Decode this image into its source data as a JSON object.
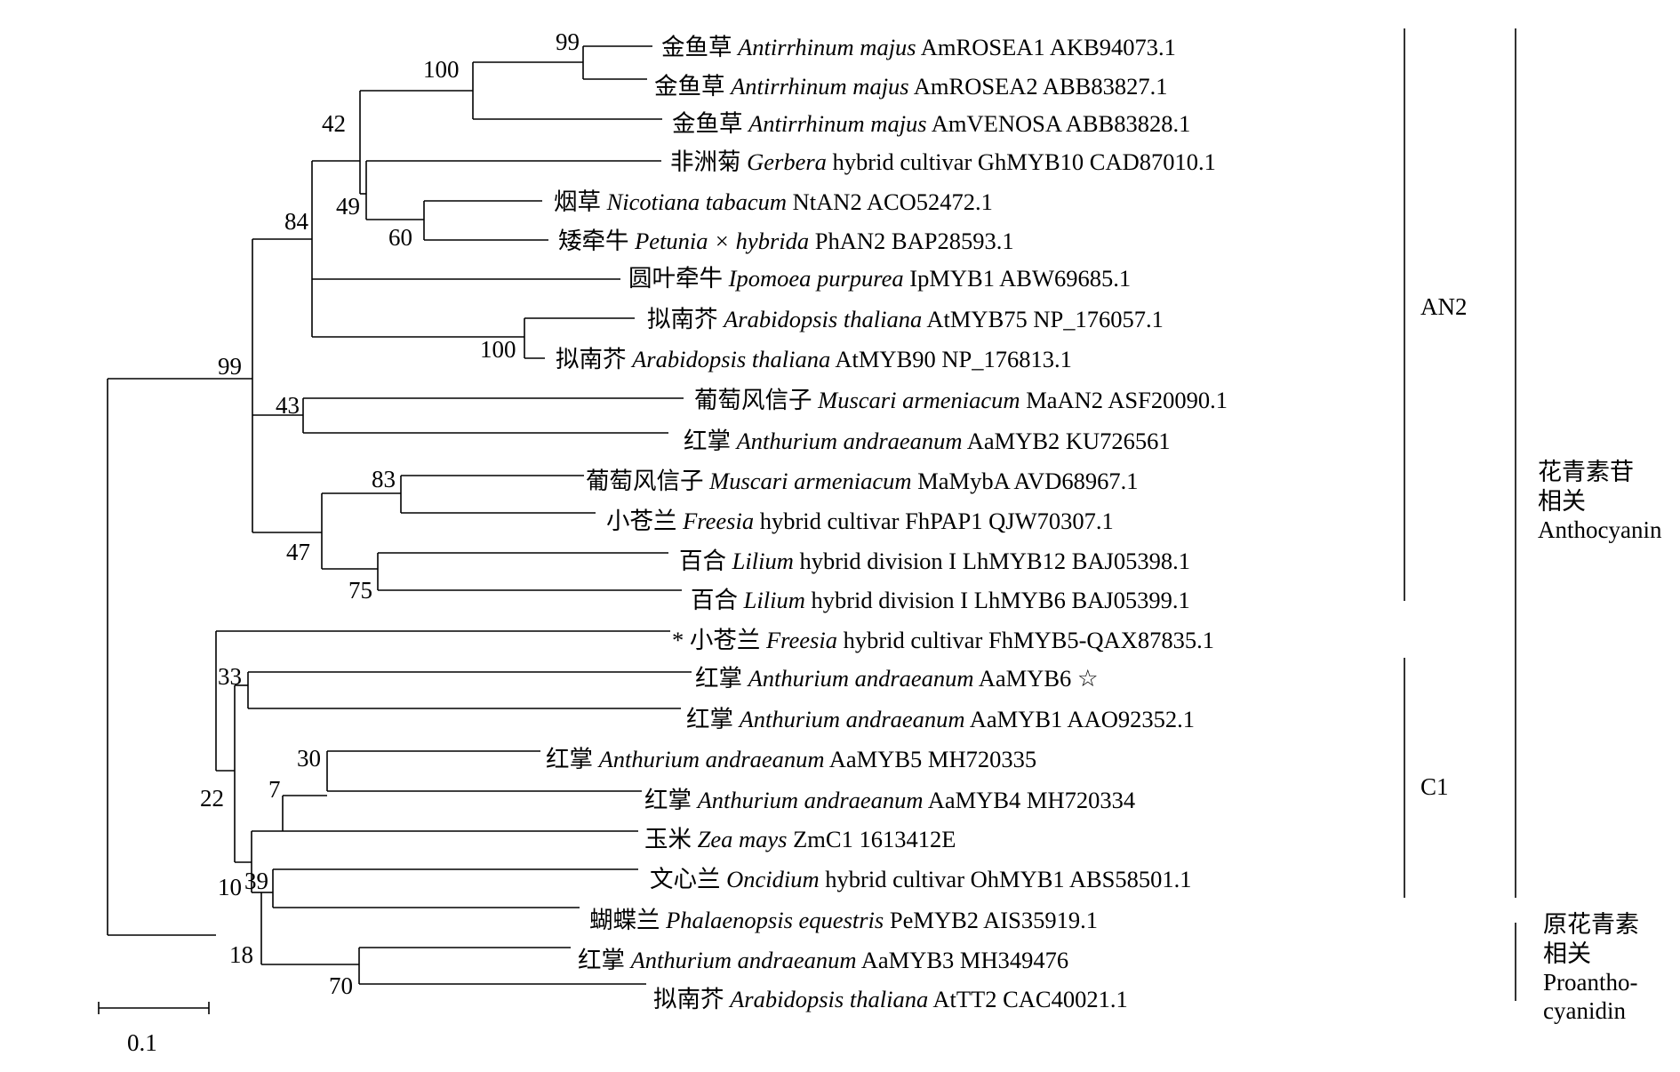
{
  "taxa": [
    {
      "id": "t1",
      "cn": "金鱼草",
      "sp": "Antirrhinum majus",
      "rest": "AmROSEA1  AKB94073.1"
    },
    {
      "id": "t2",
      "cn": "金鱼草",
      "sp": "Antirrhinum majus",
      "rest": "AmROSEA2  ABB83827.1"
    },
    {
      "id": "t3",
      "cn": "金鱼草",
      "sp": "Antirrhinum majus",
      "rest": "AmVENOSA  ABB83828.1"
    },
    {
      "id": "t4",
      "cn": "非洲菊",
      "sp": "Gerbera",
      "rest": "hybrid cultivar GhMYB10  CAD87010.1"
    },
    {
      "id": "t5",
      "cn": "烟草",
      "sp": "Nicotiana tabacum",
      "rest": "NtAN2  ACO52472.1"
    },
    {
      "id": "t6",
      "cn": "矮牵牛",
      "sp": "Petunia × hybrida",
      "rest": "PhAN2  BAP28593.1"
    },
    {
      "id": "t7",
      "cn": "圆叶牵牛",
      "sp": "Ipomoea purpurea",
      "rest": "IpMYB1  ABW69685.1"
    },
    {
      "id": "t8",
      "cn": "拟南芥",
      "sp": "Arabidopsis thaliana",
      "rest": "AtMYB75  NP_176057.1"
    },
    {
      "id": "t9",
      "cn": "拟南芥",
      "sp": "Arabidopsis thaliana",
      "rest": "AtMYB90 NP_176813.1"
    },
    {
      "id": "t10",
      "cn": "葡萄风信子",
      "sp": "Muscari armeniacum",
      "rest": "MaAN2  ASF20090.1"
    },
    {
      "id": "t11",
      "cn": "红掌",
      "sp": "Anthurium andraeanum",
      "rest": "AaMYB2   KU726561"
    },
    {
      "id": "t12",
      "cn": "葡萄风信子",
      "sp": "Muscari armeniacum",
      "rest": "MaMybA AVD68967.1"
    },
    {
      "id": "t13",
      "cn": "小苍兰",
      "sp": "Freesia",
      "rest": "hybrid cultivar  FhPAP1  QJW70307.1"
    },
    {
      "id": "t14",
      "cn": "百合",
      "sp": "Lilium",
      "rest": "hybrid division  I LhMYB12  BAJ05398.1"
    },
    {
      "id": "t15",
      "cn": "百合",
      "sp": "Lilium",
      "rest": "hybrid division  I LhMYB6 BAJ05399.1"
    },
    {
      "id": "t16",
      "cn": "* 小苍兰",
      "sp": "Freesia",
      "rest": "hybrid cultivar  FhMYB5-QAX87835.1"
    },
    {
      "id": "t17",
      "cn": "红掌",
      "sp": "Anthurium andraeanum",
      "rest": "AaMYB6 ☆"
    },
    {
      "id": "t18",
      "cn": "红掌",
      "sp": "Anthurium andraeanum",
      "rest": "AaMYB1 AAO92352.1"
    },
    {
      "id": "t19",
      "cn": "红掌",
      "sp": "Anthurium andraeanum",
      "rest": "AaMYB5 MH720335"
    },
    {
      "id": "t20",
      "cn": "红掌",
      "sp": "Anthurium andraeanum",
      "rest": "AaMYB4 MH720334"
    },
    {
      "id": "t21",
      "cn": "玉米",
      "sp": "Zea mays",
      "rest": "ZmC1  1613412E"
    },
    {
      "id": "t22",
      "cn": "文心兰",
      "sp": "Oncidium",
      "rest": "hybrid cultivar   OhMYB1  ABS58501.1"
    },
    {
      "id": "t23",
      "cn": "蝴蝶兰",
      "sp": "Phalaenopsis equestris",
      "rest": "PeMYB2  AIS35919.1"
    },
    {
      "id": "t24",
      "cn": "红掌",
      "sp": "Anthurium andraeanum",
      "rest": "AaMYB3 MH349476"
    },
    {
      "id": "t25",
      "cn": "拟南芥",
      "sp": "Arabidopsis thaliana",
      "rest": "AtTT2  CAC40021.1"
    }
  ],
  "bootstraps": [
    "99",
    "100",
    "42",
    "49",
    "60",
    "84",
    "100",
    "99",
    "43",
    "83",
    "47",
    "75",
    "33",
    "30",
    "7",
    "22",
    "10",
    "39",
    "18",
    "70"
  ],
  "groups": {
    "an2": "AN2",
    "c1": "C1",
    "anthocyanin": [
      "花青素苷",
      "相关",
      "Anthocyanin"
    ],
    "proanthocyanidin": [
      "原花青素",
      "相关",
      "Proantho-",
      "cyanidin"
    ]
  },
  "scale_bar": {
    "label": "0.1"
  }
}
